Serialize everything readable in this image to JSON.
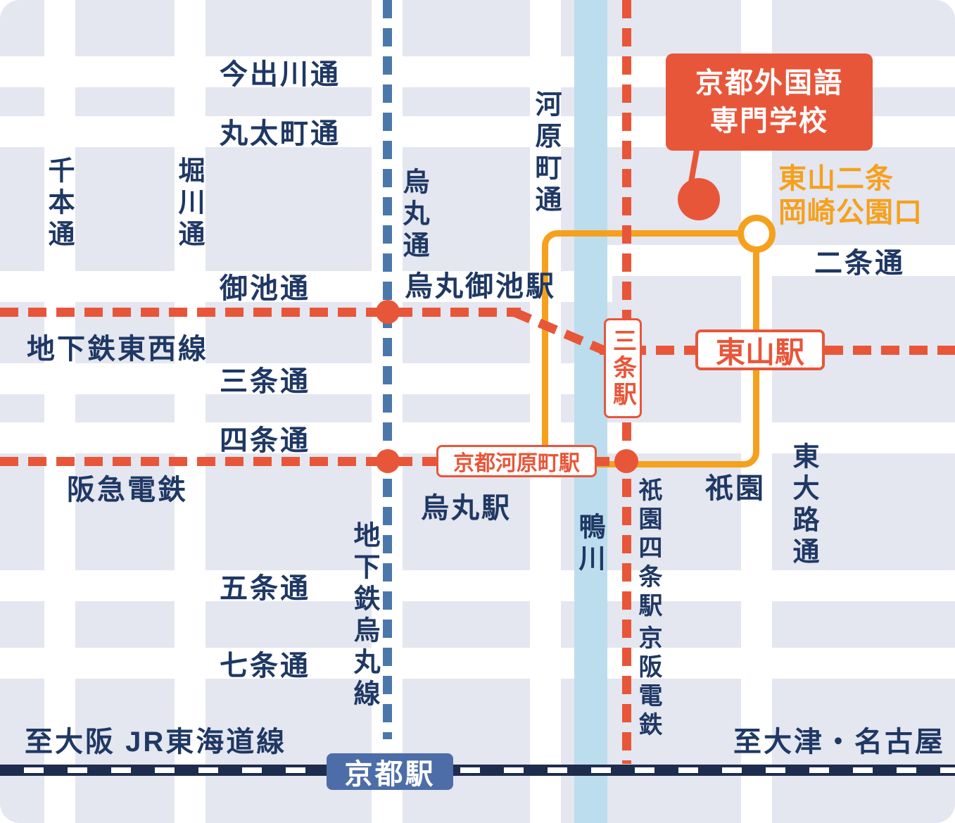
{
  "colors": {
    "background": "#e4e6f0",
    "street": "#ffffff",
    "river": "#bcdded",
    "navy_text": "#1f3864",
    "red_line": "#e8563a",
    "orange_route": "#f5a11d",
    "blue_subway_line": "#4a78ab",
    "jr_line": "#1e2c4e",
    "kyoto_station_box": "#4d6da8"
  },
  "labels": {
    "imadegawa": "今出川通",
    "marutamachi": "丸太町通",
    "senbon": "千本通",
    "horikawa": "堀川通",
    "karasuma_dori": "烏丸通",
    "kawaramachi_dori": "河原町通",
    "oike": "御池通",
    "karasuma_oike_station": "烏丸御池駅",
    "tozai_line": "地下鉄東西線",
    "sanjo_dori": "三条通",
    "shijo_dori": "四条通",
    "hankyu": "阪急電鉄",
    "karasuma_station": "烏丸駅",
    "kyoto_kawaramachi_station": "京都河原町駅",
    "sanjo_station": "三条駅",
    "higashiyama_station": "東山駅",
    "gion": "祇園",
    "gion_shijo_station": "祇園四条駅",
    "higashioji_dori": "東大路通",
    "kamogawa": "鴨川",
    "karasuma_subway": "地下鉄烏丸線",
    "gojo_dori": "五条通",
    "shichijo_dori": "七条通",
    "keihan": "京阪電鉄",
    "to_osaka": "至大阪 JR東海道線",
    "to_otsu_nagoya": "至大津・名古屋",
    "kyoto_station": "京都駅",
    "nijo_dori": "二条通",
    "school": {
      "line1": "京都外国語",
      "line2": "専門学校"
    },
    "bus_stop": {
      "line1": "東山二条",
      "line2": "岡崎公園口"
    }
  }
}
